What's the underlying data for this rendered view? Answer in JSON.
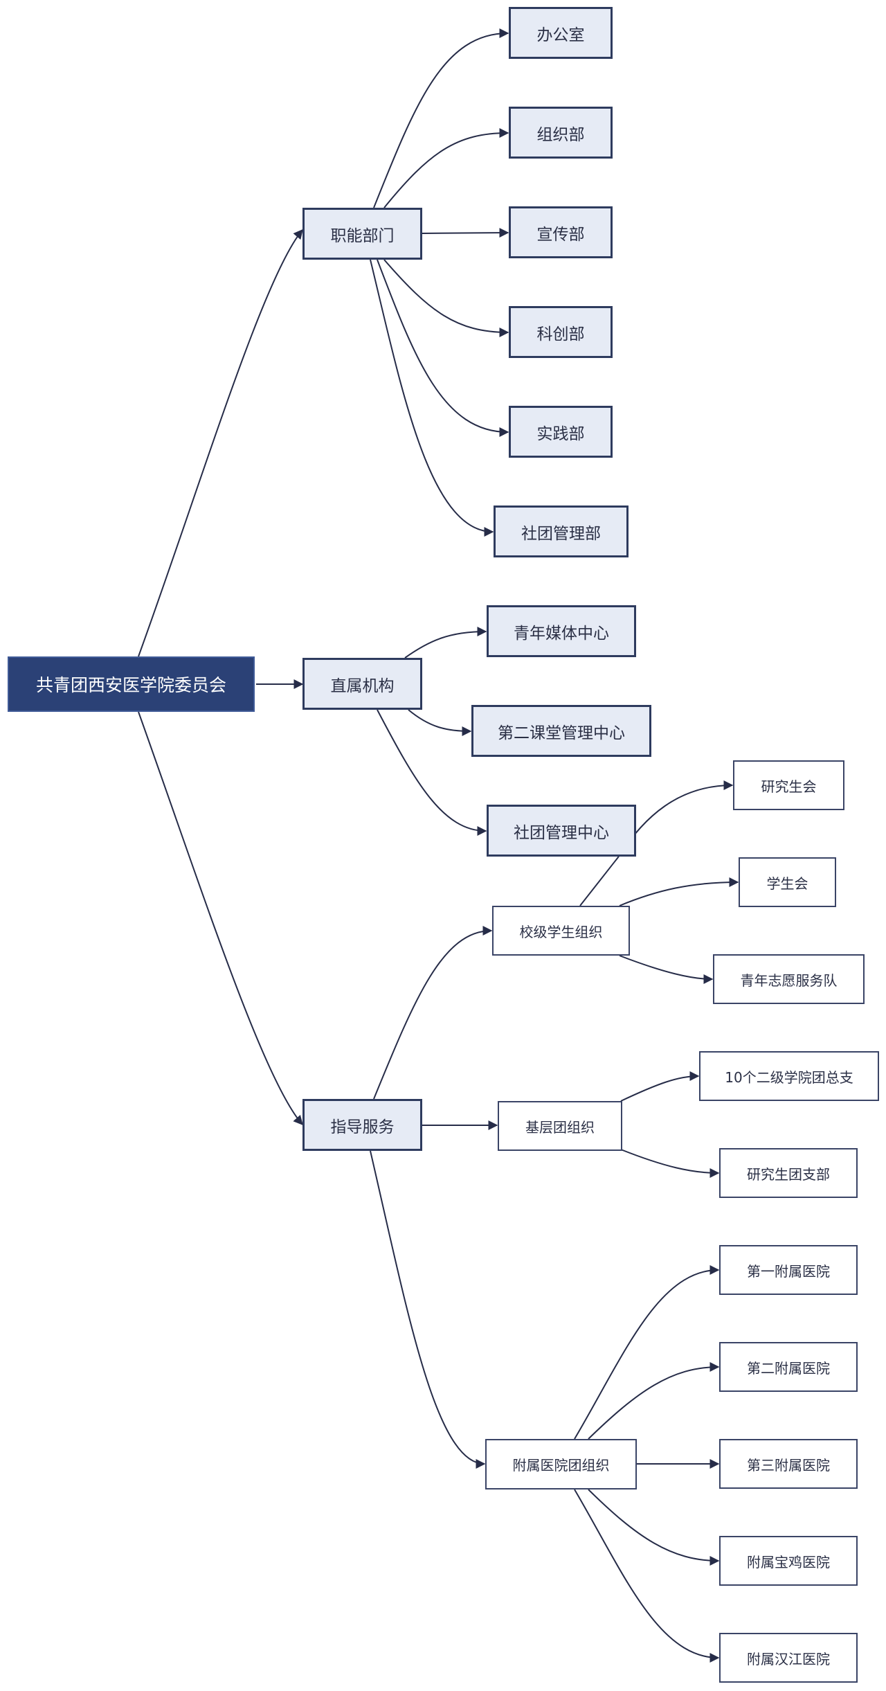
{
  "root": "共青团西安医学院委员会",
  "branches": {
    "functional": {
      "label": "职能部门",
      "children": [
        "办公室",
        "组织部",
        "宣传部",
        "科创部",
        "实践部",
        "社团管理部"
      ]
    },
    "direct": {
      "label": "直属机构",
      "children": [
        "青年媒体中心",
        "第二课堂管理中心",
        "社团管理中心"
      ]
    },
    "guidance": {
      "label": "指导服务",
      "school_orgs": {
        "label": "校级学生组织",
        "children": [
          "研究生会",
          "学生会",
          "青年志愿服务队"
        ]
      },
      "grassroots": {
        "label": "基层团组织",
        "children": [
          "10个二级学院团总支",
          "研究生团支部"
        ]
      },
      "hospitals": {
        "label": "附属医院团组织",
        "children": [
          "第一附属医院",
          "第二附属医院",
          "第三附属医院",
          "附属宝鸡医院",
          "附属汉江医院"
        ]
      }
    }
  }
}
